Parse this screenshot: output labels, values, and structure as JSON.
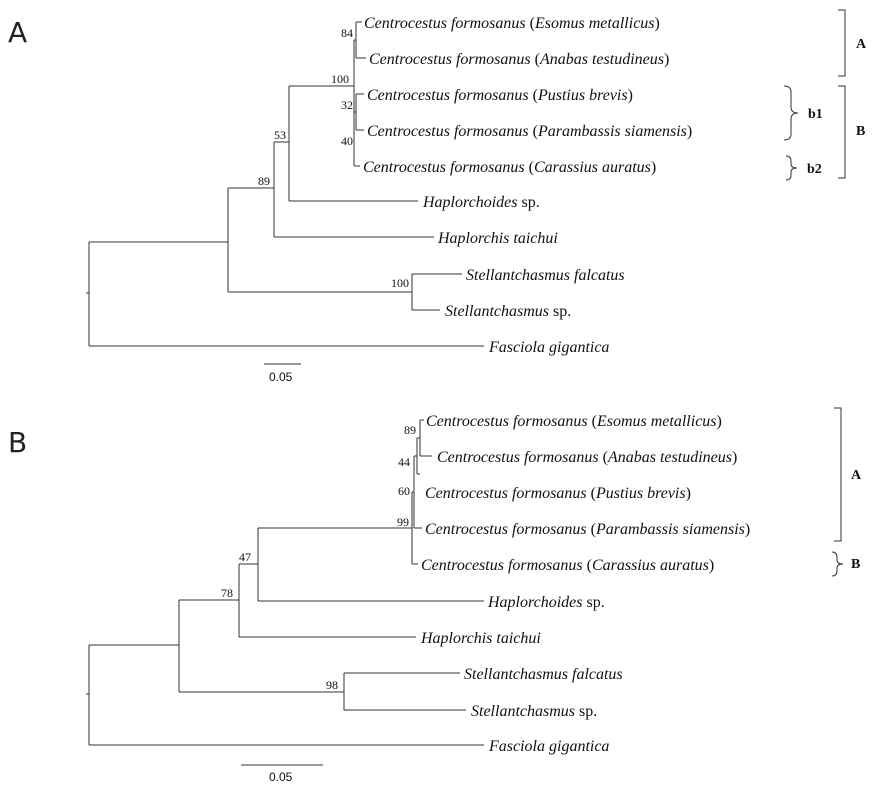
{
  "panels": [
    {
      "label": "A",
      "taxa": [
        {
          "pre": "Centrocestus formosanus",
          "mid": " (",
          "host": "Esomus metallicus",
          "post": ")"
        },
        {
          "pre": "Centrocestus formosanus",
          "mid": " (",
          "host": "Anabas testudineus",
          "post": ")"
        },
        {
          "pre": "Centrocestus formosanus",
          "mid": " (",
          "host": "Pustius brevis",
          "post": ")"
        },
        {
          "pre": "Centrocestus formosanus",
          "mid": " (",
          "host": "Parambassis siamensis",
          "post": ")"
        },
        {
          "pre": "Centrocestus formosanus",
          "mid": " (",
          "host": "Carassius auratus",
          "post": ")"
        },
        {
          "pre": "Haplorchoides",
          "mid": " sp.",
          "host": "",
          "post": ""
        },
        {
          "pre": "Haplorchis taichui",
          "mid": "",
          "host": "",
          "post": ""
        },
        {
          "pre": "Stellantchasmus falcatus",
          "mid": "",
          "host": "",
          "post": ""
        },
        {
          "pre": "Stellantchasmus",
          "mid": " sp.",
          "host": "",
          "post": ""
        },
        {
          "pre": "Fasciola gigantica",
          "mid": "",
          "host": "",
          "post": ""
        }
      ],
      "supports": [
        "84",
        "100",
        "32",
        "40",
        "53",
        "89",
        "100"
      ],
      "clades": [
        {
          "label": "A"
        },
        {
          "label": "b1"
        },
        {
          "label": "b2"
        },
        {
          "label": "B"
        }
      ],
      "scale": "0.05"
    },
    {
      "label": "B",
      "taxa": [
        {
          "pre": "Centrocestus formosanus",
          "mid": " (",
          "host": "Esomus metallicus",
          "post": ")"
        },
        {
          "pre": "Centrocestus formosanus",
          "mid": " (",
          "host": "Anabas testudineus",
          "post": ")"
        },
        {
          "pre": "Centrocestus formosanus",
          "mid": " (",
          "host": "Pustius brevis",
          "post": ")"
        },
        {
          "pre": "Centrocestus formosanus",
          "mid": " (",
          "host": "Parambassis siamensis",
          "post": ")"
        },
        {
          "pre": "Centrocestus formosanus",
          "mid": " (",
          "host": "Carassius auratus",
          "post": ")"
        },
        {
          "pre": "Haplorchoides",
          "mid": " sp.",
          "host": "",
          "post": ""
        },
        {
          "pre": "Haplorchis taichui",
          "mid": "",
          "host": "",
          "post": ""
        },
        {
          "pre": "Stellantchasmus falcatus",
          "mid": "",
          "host": "",
          "post": ""
        },
        {
          "pre": "Stellantchasmus",
          "mid": " sp.",
          "host": "",
          "post": ""
        },
        {
          "pre": "Fasciola gigantica",
          "mid": "",
          "host": "",
          "post": ""
        }
      ],
      "supports": [
        "89",
        "44",
        "60",
        "99",
        "47",
        "78",
        "98"
      ],
      "clades": [
        {
          "label": "A"
        },
        {
          "label": "B"
        }
      ],
      "scale": "0.05"
    }
  ]
}
